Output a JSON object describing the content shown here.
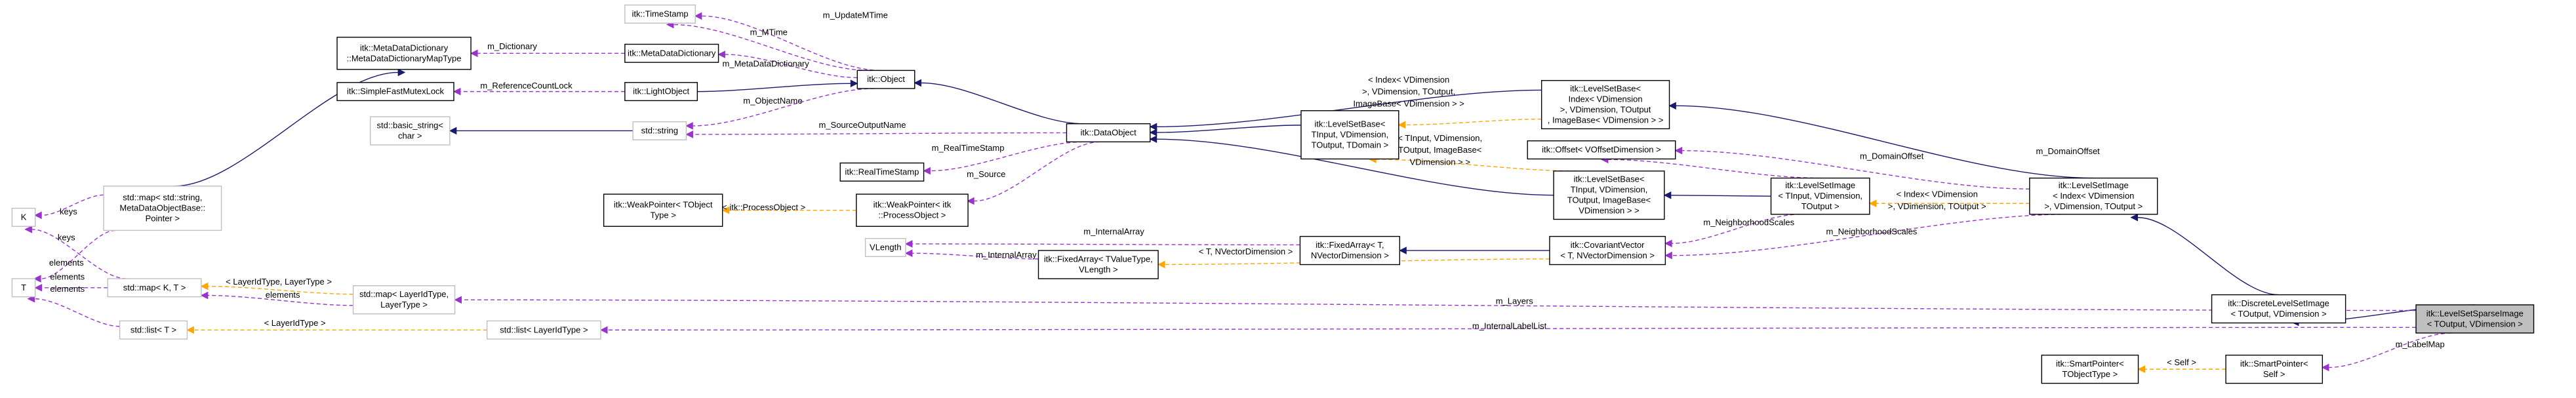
{
  "diagram": {
    "colors": {
      "inheritance": "#191970",
      "usage": "#9a32cd",
      "template": "#ffa500",
      "focus_fill": "#bfbfbf",
      "undocumented_border": "#bfbfbf"
    },
    "nodes": {
      "timestamp": [
        "itk::TimeStamp"
      ],
      "metadatadictionary_map": [
        "itk::MetaDataDictionary",
        "::MetaDataDictionaryMapType"
      ],
      "metadatadictionary": [
        "itk::MetaDataDictionary"
      ],
      "simplefastmutexlock": [
        "itk::SimpleFastMutexLock"
      ],
      "lightobject": [
        "itk::LightObject"
      ],
      "object": [
        "itk::Object"
      ],
      "basic_string": [
        "std::basic_string<",
        "char >"
      ],
      "std_string": [
        "std::string"
      ],
      "dataobject": [
        "itk::DataObject"
      ],
      "realtimestamp": [
        "itk::RealTimeStamp"
      ],
      "weakpointer_process": [
        "itk::WeakPointer< itk",
        "::ProcessObject >"
      ],
      "weakpointer_tobject": [
        "itk::WeakPointer< TObject",
        "Type >"
      ],
      "levelsetbase_tdomain": [
        "itk::LevelSetBase<",
        "TInput, VDimension,",
        "TOutput, TDomain >"
      ],
      "levelsetbase_index": [
        "itk::LevelSetBase<",
        "Index< VDimension",
        ">, VDimension, TOutput",
        ", ImageBase< VDimension > >"
      ],
      "offset": [
        "itk::Offset< VOffsetDimension >"
      ],
      "levelsetbase_imagebase": [
        "itk::LevelSetBase<",
        "TInput, VDimension,",
        "TOutput, ImageBase<",
        "VDimension > >"
      ],
      "levelsetimage_tinput": [
        "itk::LevelSetImage",
        "< TInput, VDimension,",
        "TOutput >"
      ],
      "levelsetimage_index": [
        "itk::LevelSetImage",
        "< Index< VDimension",
        ">, VDimension, TOutput >"
      ],
      "fixedarray_t": [
        "itk::FixedArray< T,",
        "NVectorDimension >"
      ],
      "covariantvector": [
        "itk::CovariantVector",
        "< T, NVectorDimension >"
      ],
      "vlength": [
        "VLength"
      ],
      "fixedarray_tvalue": [
        "itk::FixedArray< TValueType,",
        "VLength >"
      ],
      "k": [
        "K"
      ],
      "t": [
        "T"
      ],
      "map_metadataobject": [
        "std::map< std::string,",
        "MetaDataObjectBase::",
        "Pointer >"
      ],
      "map_kt": [
        "std::map< K, T >"
      ],
      "map_layer": [
        "std::map< LayerIdType,",
        "LayerType >"
      ],
      "list_t": [
        "std::list< T >"
      ],
      "list_layer": [
        "std::list< LayerIdType >"
      ],
      "discrete_levelsetimage": [
        "itk::DiscreteLevelSetImage",
        "< TOutput, VDimension >"
      ],
      "levelsetsparseimage": [
        "itk::LevelSetSparseImage",
        "< TOutput, VDimension >"
      ],
      "smartpointer_tobject": [
        "itk::SmartPointer<",
        "TObjectType >"
      ],
      "smartpointer_self": [
        "itk::SmartPointer<",
        "Self >"
      ]
    },
    "edge_labels": {
      "m_UpdateMTime": "m_UpdateMTime",
      "m_MTime": "m_MTime",
      "m_Dictionary": "m_Dictionary",
      "m_MetaDataDictionary": "m_MetaDataDictionary",
      "m_ReferenceCountLock": "m_ReferenceCountLock",
      "m_ObjectName": "m_ObjectName",
      "m_SourceOutputName": "m_SourceOutputName",
      "m_RealTimeStamp": "m_RealTimeStamp",
      "m_Source": "m_Source",
      "process_object": "< itk::ProcessObject >",
      "index_tmpl_1": "< Index< VDimension",
      "index_tmpl_2": ">, VDimension, TOutput,",
      "index_tmpl_3": "ImageBase< VDimension > >",
      "imagebase_tmpl_1": "< TInput, VDimension,",
      "imagebase_tmpl_2": "TOutput, ImageBase<",
      "imagebase_tmpl_3": "VDimension > >",
      "m_DomainOffset_1": "m_DomainOffset",
      "m_DomainOffset_2": "m_DomainOffset",
      "m_NeighborhoodScales_1": "m_NeighborhoodScales",
      "m_NeighborhoodScales_2": "m_NeighborhoodScales",
      "index_vdim_1": "< Index< VDimension",
      "index_vdim_2": ">, VDimension, TOutput >",
      "m_InternalArray_1": "m_InternalArray",
      "m_InternalArray_2": "m_InternalArray",
      "t_nvector": "< T, NVectorDimension >",
      "keys_1": "keys",
      "keys_2": "keys",
      "elements_1": "elements",
      "elements_2": "elements",
      "elements_3": "elements",
      "elements_4": "elements",
      "layerid_layertype": "< LayerIdType, LayerType >",
      "layerid": "< LayerIdType >",
      "m_Layers": "m_Layers",
      "m_InternalLabelList": "m_InternalLabelList",
      "m_LabelMap": "m_LabelMap",
      "self": "< Self >"
    }
  }
}
